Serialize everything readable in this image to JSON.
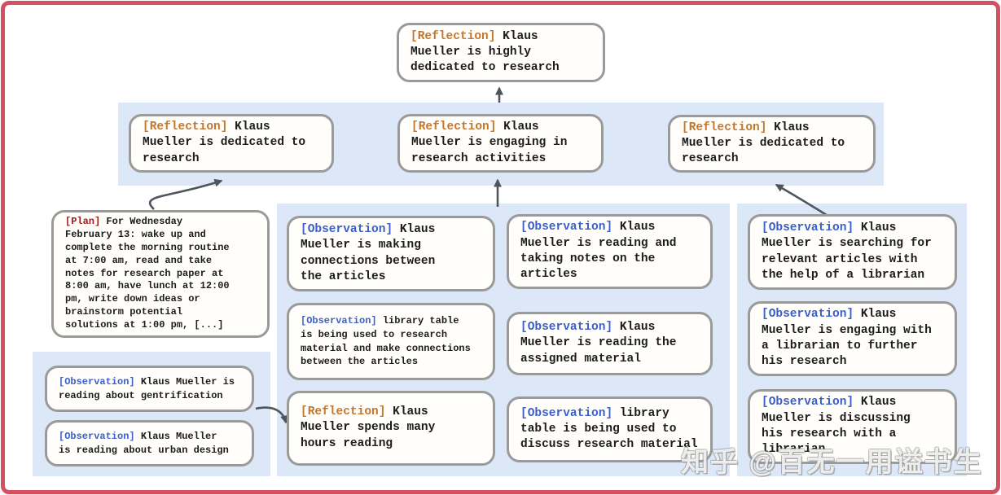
{
  "colors": {
    "frame": "#d4505e",
    "band": "#dce8f7",
    "box_border": "#9a9a9a",
    "box_bg": "#fffefb",
    "text": "#1c1c1c",
    "reflection_tag": "#c2772e",
    "observation_tag": "#3b5fc6",
    "plan_tag": "#a01c1c",
    "arrow": "#4e555d"
  },
  "watermark": "知乎 @百无一用谥书生",
  "nodes": {
    "root": {
      "tag": "[Reflection]",
      "text": " Klaus\nMueller is highly\ndedicated to research"
    },
    "reflection_left": {
      "tag": "[Reflection]",
      "text": " Klaus\nMueller is dedicated to\nresearch"
    },
    "reflection_mid": {
      "tag": "[Reflection]",
      "text": " Klaus\nMueller is engaging in\nresearch activities"
    },
    "reflection_right": {
      "tag": "[Reflection]",
      "text": " Klaus\nMueller is dedicated to\nresearch"
    },
    "plan": {
      "tag": "[Plan]",
      "text": " For Wednesday\nFebruary 13: wake up and\ncomplete the morning routine\nat 7:00 am, read and take\nnotes for research paper at\n8:00 am, have lunch at 12:00\npm, write down ideas or\nbrainstorm potential\nsolutions at 1:00 pm, [...]"
    },
    "obs_gentrification": {
      "tag": "[Observation]",
      "text": " Klaus Mueller is\nreading about gentrification"
    },
    "obs_urban_design": {
      "tag": "[Observation]",
      "text": " Klaus Mueller\nis reading about urban design"
    },
    "obs_connections": {
      "tag": "[Observation]",
      "text": " Klaus\nMueller is making\nconnections between\nthe articles"
    },
    "obs_library_research": {
      "tag": "[Observation]",
      "text": " library table\nis being used to research\nmaterial and make connections\nbetween the articles"
    },
    "reflection_hours": {
      "tag": "[Reflection]",
      "text": " Klaus\nMueller spends many\nhours reading"
    },
    "obs_taking_notes": {
      "tag": "[Observation]",
      "text": " Klaus\nMueller is reading and\ntaking notes on the\narticles"
    },
    "obs_assigned_material": {
      "tag": "[Observation]",
      "text": " Klaus\nMueller is reading the\nassigned material"
    },
    "obs_library_discuss": {
      "tag": "[Observation]",
      "text": " library\ntable is being used to\ndiscuss research material"
    },
    "obs_searching_articles": {
      "tag": "[Observation]",
      "text": " Klaus\nMueller is searching for\nrelevant articles with\nthe help of a librarian"
    },
    "obs_engaging_librarian": {
      "tag": "[Observation]",
      "text": " Klaus\nMueller is engaging with\na librarian to further\nhis research"
    },
    "obs_discussing_research": {
      "tag": "[Observation]",
      "text": " Klaus\nMueller is discussing\nhis research with a\nlibrarian"
    }
  }
}
